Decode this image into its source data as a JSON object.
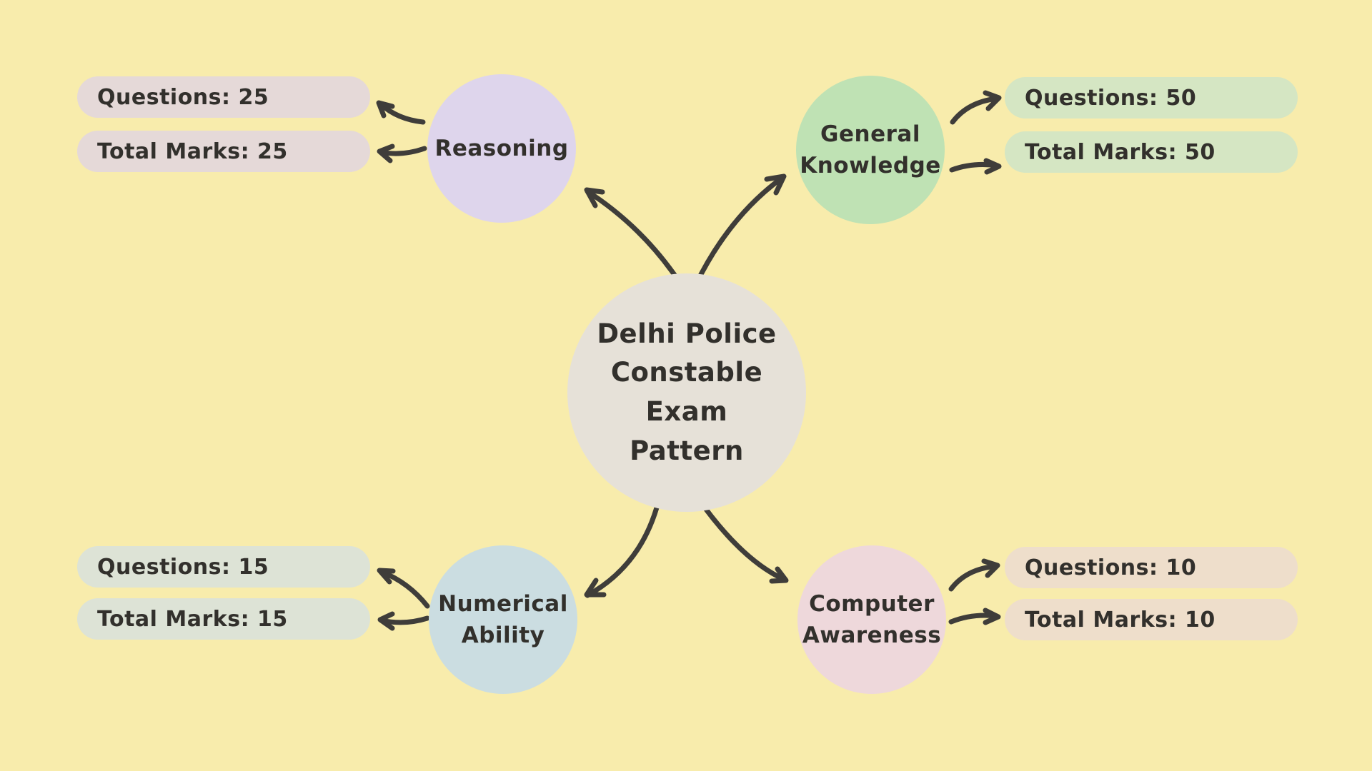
{
  "canvas": {
    "background": "#F8ECAC"
  },
  "colors": {
    "background": "#F8ECAC",
    "arrow": "#3F3D3A",
    "text": "#32302C"
  },
  "center_node": {
    "title": "Delhi Police\nConstable\nExam\nPattern",
    "fill": "#E6E1D8"
  },
  "branches": [
    {
      "name": "reasoning",
      "label": "Reasoning",
      "circle_fill": "#DED5EC",
      "pill_fill": "#E5D9D8",
      "questions_label": "Questions: 25",
      "total_marks_label": "Total Marks: 25"
    },
    {
      "name": "general-knowledge",
      "label": "General\nKnowledge",
      "circle_fill": "#BFE2B4",
      "pill_fill": "#D5E6C3",
      "questions_label": "Questions: 50",
      "total_marks_label": "Total Marks: 50"
    },
    {
      "name": "numerical-ability",
      "label": "Numerical\nAbility",
      "circle_fill": "#CBDDE1",
      "pill_fill": "#DDE3D6",
      "questions_label": "Questions: 15",
      "total_marks_label": "Total Marks: 15"
    },
    {
      "name": "computer-awareness",
      "label": "Computer\nAwareness",
      "circle_fill": "#EED8DB",
      "pill_fill": "#EEDECB",
      "questions_label": "Questions: 10",
      "total_marks_label": "Total Marks: 10"
    }
  ]
}
